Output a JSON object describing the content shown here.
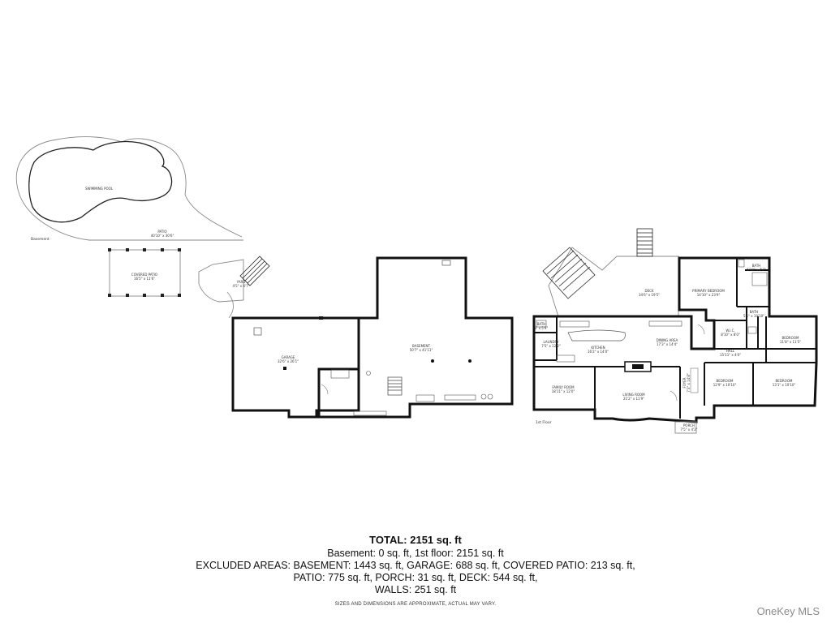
{
  "summary": {
    "total": "TOTAL: 2151 sq. ft",
    "line1": "Basement: 0 sq. ft, 1st floor: 2151 sq. ft",
    "line2": "EXCLUDED AREAS: BASEMENT: 1443 sq. ft, GARAGE: 688 sq. ft, COVERED PATIO: 213 sq. ft,",
    "line3": "PATIO: 775 sq. ft, PORCH: 31 sq. ft, DECK: 544 sq. ft,",
    "line4": "WALLS: 251 sq. ft"
  },
  "disclaimer": "SIZES AND DIMENSIONS ARE APPROXIMATE, ACTUAL MAY VARY.",
  "brand": "OneKey MLS",
  "floors": {
    "basement_label": "Basement",
    "first_floor_label": "1st Floor"
  },
  "rooms": {
    "pool": "SWIMMING POOL",
    "patio_name": "PATIO",
    "patio_dim": "40'10\" x 30'6\"",
    "covered_patio_name": "COVERED PATIO",
    "covered_patio_dim": "16'5\" x 11'6\"",
    "yard_name": "YARD",
    "yard_dim": "4'5\" x 6'7\"",
    "garage_name": "GARAGE",
    "garage_dim": "32'6\" x 26'1\"",
    "basement_name": "BASEMENT",
    "basement_dim": "50'7\" x 41'11\"",
    "deck_name": "DECK",
    "deck_dim": "34'6\" x 19'5\"",
    "primary_name": "PRIMARY BEDROOM",
    "primary_dim": "14'10\" x 23'9\"",
    "bath1_name": "BATH",
    "bath1_dim": "5'10\" x 7'7\"",
    "bath2_name": "BATH",
    "bath2_dim": "5'1\" x 10'10\"",
    "bath3_name": "BATH",
    "bath3_dim": "8' x 5'9\"",
    "laundry_name": "LAUNDRY",
    "laundry_dim": "7'5\" x 12'2\"",
    "kitchen_name": "KITCHEN",
    "kitchen_dim": "16'2\" x 14'0\"",
    "dining_name": "DINING AREA",
    "dining_dim": "17'3\" x 14'4\"",
    "wic_name": "W.I.C.",
    "wic_dim": "8'10\" x 8'0\"",
    "hall_name": "HALL",
    "hall_dim": "15'11\" x 4'0\"",
    "bedroom1_name": "BEDROOM",
    "bedroom1_dim": "11'8\" x 11'5\"",
    "bedroom2_name": "BEDROOM",
    "bedroom2_dim": "12'9\" x 10'10\"",
    "bedroom3_name": "BEDROOM",
    "bedroom3_dim": "13'1\" x 10'10\"",
    "family_name": "FAMILY ROOM",
    "family_dim": "18'11\" x 12'0\"",
    "living_name": "LIVING ROOM",
    "living_dim": "21'2\" x 11'9\"",
    "foyer_name": "FOYER",
    "foyer_dim": "7'3\" x 14'8\"",
    "porch_name": "PORCH",
    "porch_dim": "7'5\" x 4'2\""
  }
}
